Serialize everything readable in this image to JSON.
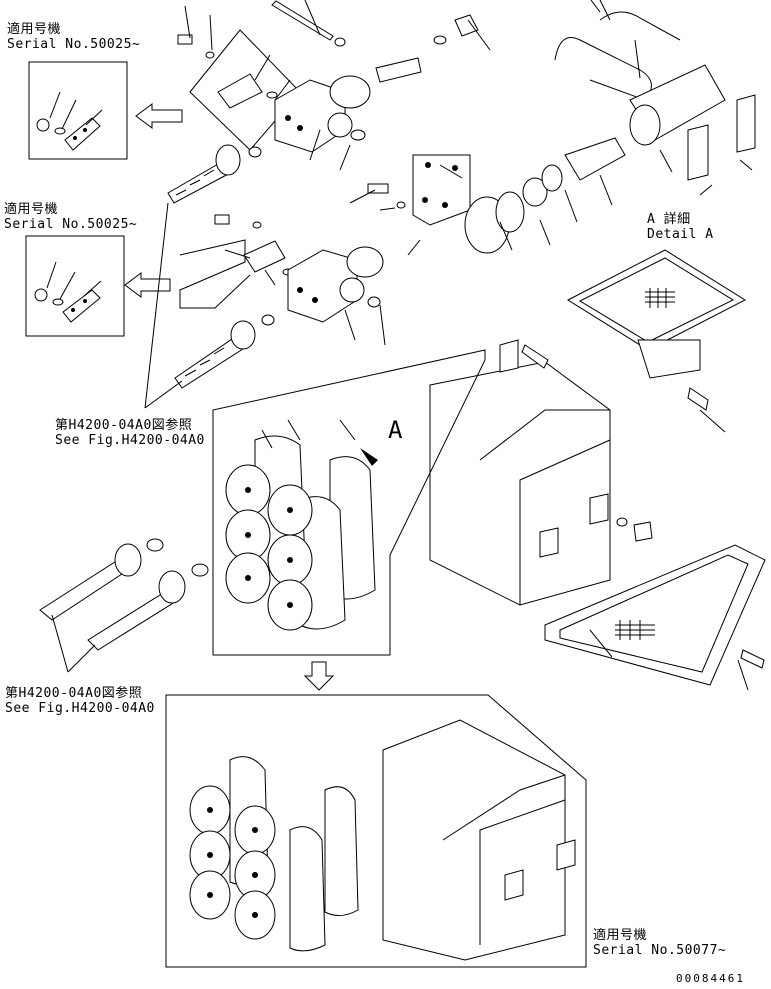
{
  "labels": {
    "serial_1_jp": "適用号機",
    "serial_1_en": "Serial No.50025~",
    "serial_2_jp": "適用号機",
    "serial_2_en": "Serial No.50025~",
    "detail_a_jp": "A 詳細",
    "detail_a_en": "Detail A",
    "ref_1_jp": "第H4200-04A0図参照",
    "ref_1_en": "See Fig.H4200-04A0",
    "ref_2_jp": "第H4200-04A0図参照",
    "ref_2_en": "See Fig.H4200-04A0",
    "view_a": "A",
    "serial_3_jp": "適用号機",
    "serial_3_en": "Serial No.50077~",
    "drawing_number": "00084461"
  }
}
